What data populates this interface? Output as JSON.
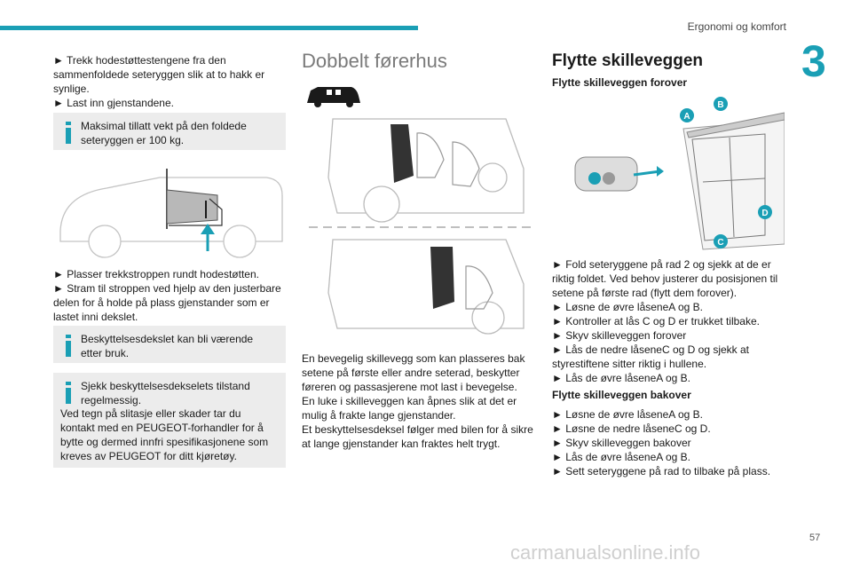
{
  "header": {
    "title": "Ergonomi og komfort",
    "chapter": "3"
  },
  "col1": {
    "intro_bullets": "► Trekk hodestøttestengene fra den\nsammenfoldede seteryggen slik at to hakk er\nsynlige.\n► Last inn gjenstandene.",
    "info1": "Maksimal tillatt vekt på den foldede\nseteryggen er 100 kg.",
    "after_img_bullets": "► Plasser trekkstroppen rundt hodestøtten.\n► Stram til stroppen ved hjelp av den justerbare\ndelen for å holde på plass gjenstander som er\nlastet inni dekslet.",
    "info2": "Beskyttelsesdekslet kan bli værende\netter bruk.",
    "info3_head": "Sjekk beskyttelsesdekselets tilstand\nregelmessig.",
    "info3_body": "Ved tegn på slitasje eller skader tar du\nkontakt med en PEUGEOT-forhandler for å\nbytte og dermed innfri spesifikasjonene som\nkreves av PEUGEOT for ditt kjøretøy."
  },
  "col2": {
    "title": "Dobbelt førerhus",
    "body": "En bevegelig skillevegg som kan plasseres bak\nsetene på første eller andre seterad, beskytter\nføreren og passasjerene mot last i bevegelse.\nEn luke i skilleveggen kan åpnes slik at det er\nmulig å frakte lange gjenstander.\nEt beskyttelsesdeksel følger med bilen for å sikre\nat lange gjenstander kan fraktes helt trygt."
  },
  "col3": {
    "title": "Flytte skilleveggen",
    "sub1": "Flytte skilleveggen forover",
    "labels": {
      "a": "A",
      "b": "B",
      "c": "C",
      "d": "D"
    },
    "steps1": "► Fold seteryggene på rad 2 og sjekk at de er\nriktig foldet. Ved behov justerer du posisjonen til\nsetene på første rad (flytt dem forover).\n► Løsne de øvre låseneA og B.\n► Kontroller at lås C og D er trukket tilbake.\n► Skyv skilleveggen forover\n► Lås de nedre låseneC og D og sjekk at\nstyrestiftene sitter riktig i hullene.\n► Lås de øvre låseneA og B.",
    "sub2": "Flytte skilleveggen bakover",
    "steps2": "► Løsne de øvre låseneA og B.\n► Løsne de nedre låseneC og D.\n► Skyv skilleveggen bakover\n► Lås de øvre låseneA og B.\n► Sett seteryggene på rad to tilbake på plass."
  },
  "footer": {
    "page_number": "57",
    "watermark": "carmanualsonline.info"
  },
  "colors": {
    "accent": "#1a9fb5",
    "infobox_bg": "#ececec",
    "heading_grey": "#7a7a7a"
  },
  "icons": [
    "info-icon",
    "van-icon",
    "arrow-icon"
  ]
}
